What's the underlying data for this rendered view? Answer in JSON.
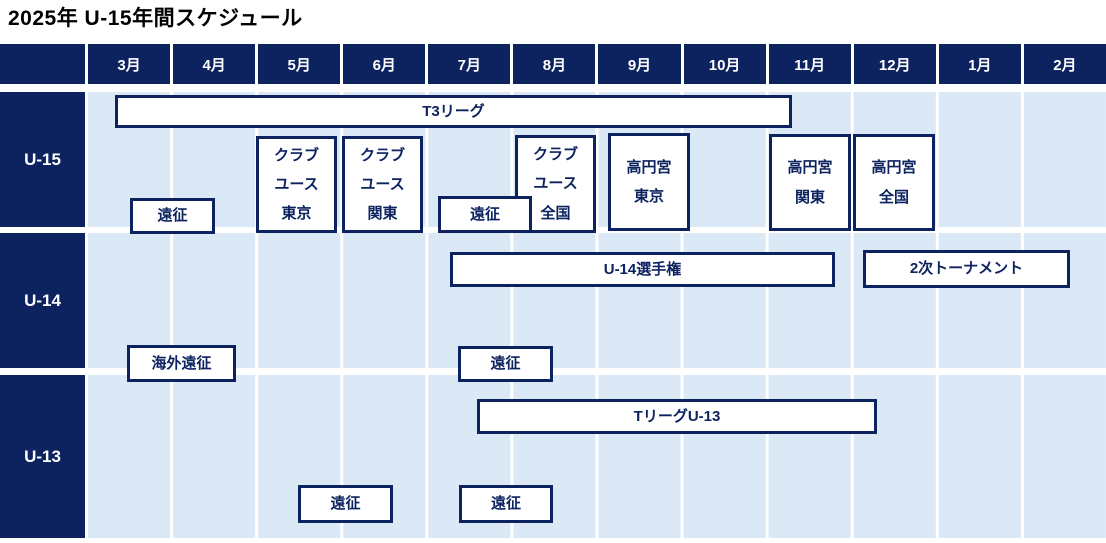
{
  "title": "2025年 U-15年間スケジュール",
  "colors": {
    "navy": "#0d2360",
    "cell_background": "#dbe8f5",
    "gridline": "#ffffff",
    "event_background": "#ffffff",
    "event_border": "#0d2360",
    "event_text": "#0d2360",
    "header_text": "#ffffff",
    "title_text": "#000000"
  },
  "months": [
    "3月",
    "4月",
    "5月",
    "6月",
    "7月",
    "8月",
    "9月",
    "10月",
    "11月",
    "12月",
    "1月",
    "2月"
  ],
  "rows": [
    {
      "label": "U-15"
    },
    {
      "label": "U-14"
    },
    {
      "label": "U-13"
    }
  ],
  "events": [
    {
      "row": "U-15",
      "label": "T3リーグ",
      "span": "3月中旬〜11月上旬"
    },
    {
      "row": "U-15",
      "label": "遠征",
      "span": "3月下旬〜4月中旬"
    },
    {
      "row": "U-15",
      "label": "クラブ\nユース\n東京",
      "span": "5月"
    },
    {
      "row": "U-15",
      "label": "クラブ\nユース\n関東",
      "span": "6月"
    },
    {
      "row": "U-15",
      "label": "クラブ\nユース\n全国",
      "span": "8月"
    },
    {
      "row": "U-15",
      "label": "遠征",
      "span": "7月〜8月上旬"
    },
    {
      "row": "U-15",
      "label": "高円宮\n東京",
      "span": "9月"
    },
    {
      "row": "U-15",
      "label": "高円宮\n関東",
      "span": "11月"
    },
    {
      "row": "U-15",
      "label": "高円宮\n全国",
      "span": "12月"
    },
    {
      "row": "U-14",
      "label": "U-14選手権",
      "span": "7月〜11月"
    },
    {
      "row": "U-14",
      "label": "2次トーナメント",
      "span": "12月〜2月中旬"
    },
    {
      "row": "U-14",
      "label": "海外遠征",
      "span": "3月下旬〜4月"
    },
    {
      "row": "U-14",
      "label": "遠征",
      "span": "7月〜8月上旬"
    },
    {
      "row": "U-13",
      "label": "TリーグU-13",
      "span": "7月中旬〜12月上旬"
    },
    {
      "row": "U-13",
      "label": "遠征",
      "span": "5月中旬〜6月中旬"
    },
    {
      "row": "U-13",
      "label": "遠征",
      "span": "7月〜8月上旬"
    }
  ]
}
